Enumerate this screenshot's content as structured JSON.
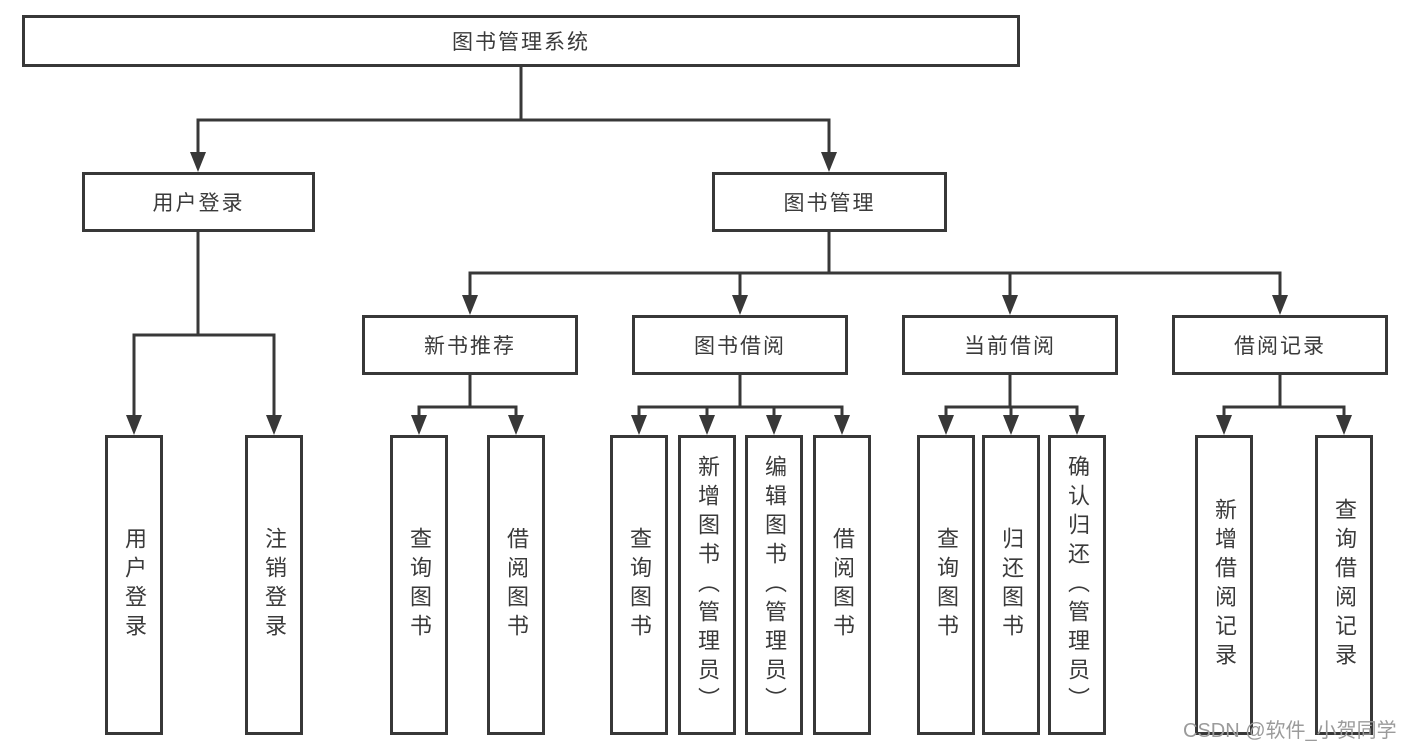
{
  "title": "图书管理系统",
  "colors": {
    "line": "#383838",
    "text": "#3a3a3a",
    "watermark": "#9b9b9b",
    "background": "#ffffff"
  },
  "watermark": {
    "text": "CSDN @软件_小贺同学"
  },
  "tree": {
    "root": {
      "label": "图书管理系统",
      "children": [
        {
          "label": "用户登录",
          "children": [
            {
              "label": "用户登录"
            },
            {
              "label": "注销登录"
            }
          ]
        },
        {
          "label": "图书管理",
          "children": [
            {
              "label": "新书推荐",
              "children": [
                {
                  "label": "查询图书"
                },
                {
                  "label": "借阅图书"
                }
              ]
            },
            {
              "label": "图书借阅",
              "children": [
                {
                  "label": "查询图书"
                },
                {
                  "label": "新增图书（管理员）"
                },
                {
                  "label": "编辑图书（管理员）"
                },
                {
                  "label": "借阅图书"
                }
              ]
            },
            {
              "label": "当前借阅",
              "children": [
                {
                  "label": "查询图书"
                },
                {
                  "label": "归还图书"
                },
                {
                  "label": "确认归还（管理员）"
                }
              ]
            },
            {
              "label": "借阅记录",
              "children": [
                {
                  "label": "新增借阅记录"
                },
                {
                  "label": "查询借阅记录"
                }
              ]
            }
          ]
        }
      ]
    }
  }
}
